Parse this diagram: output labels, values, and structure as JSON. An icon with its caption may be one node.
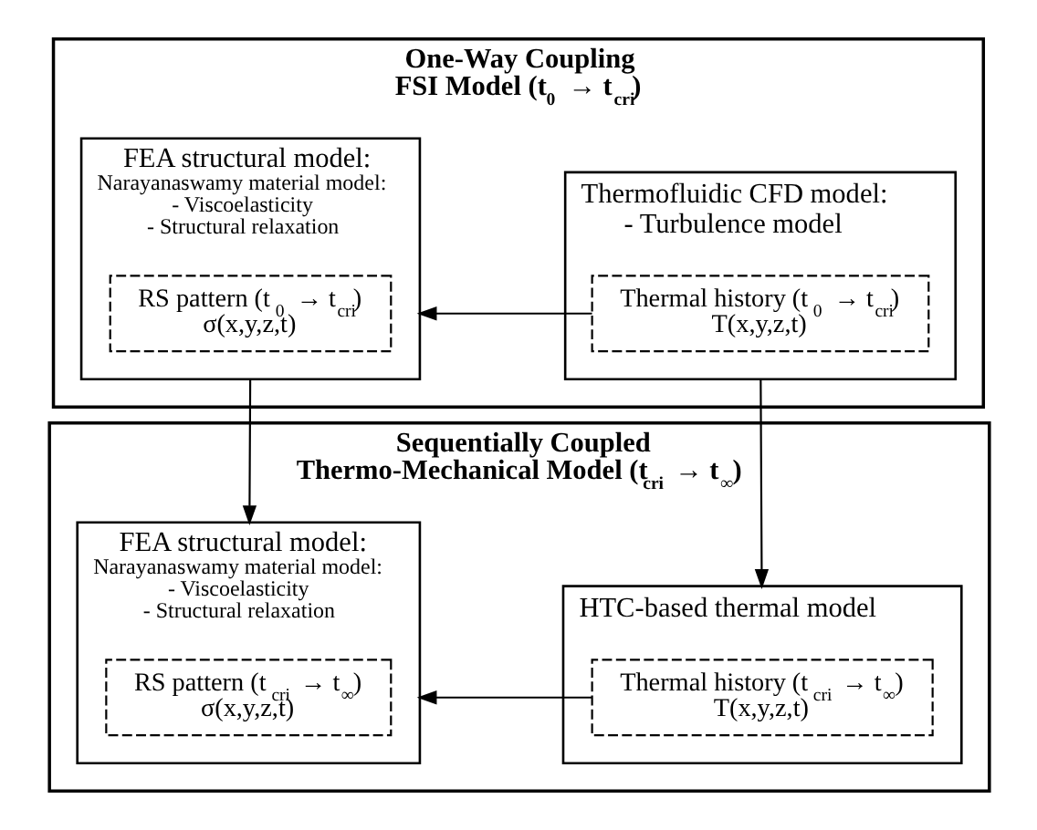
{
  "diagram": {
    "nodes": [
      {
        "text": [
          "One-Way Coupling FSI Model (t$_{0}$ → t$_{cri}$)"
        ]
      },
      {
        "text": [
          "Thermofluidic CFD model:",
          "- Turbulence model"
        ],
        "in": 0
      },
      {
        "text": [
          "Thermal history (t$_{0}$ → t$_{cri}$)",
          "T(x,y,z,t)"
        ],
        "in": 1
      },
      {
        "text": [
          "FEA structural model:",
          "Narayanaswamy material model:",
          "- Viscoelasticity",
          "- Structural relaxation"
        ],
        "in": 0
      },
      {
        "text": [
          "RS pattern (t$_{0}$ → t$_{cri}$)",
          "σ(x,y,z,t)"
        ],
        "in": 3
      },
      {
        "text": [
          "Sequentially Coupled Thermo-Mechanical Model (t$_{cri}$ → t$_{∞}$)"
        ]
      },
      {
        "text": [
          "HTC-based thermal model"
        ],
        "in": 5
      },
      {
        "text": [
          "Thermal history (t$_{cri}$ → t$_{∞}$)",
          "T(x,y,z,t)"
        ],
        "in": 6
      },
      {
        "text": [
          "FEA structural model:",
          "Narayanaswamy material model:",
          "- Viscoelasticity",
          "- Structural relaxation"
        ],
        "in": 5
      },
      {
        "text": [
          "RS pattern (t$_{cri}$ → t$_{∞}$)",
          "σ(x,y,z,t)"
        ],
        "in": 8
      }
    ],
    "edges": [
      {
        "from": 2,
        "to": 3,
        "arrow": "to"
      },
      {
        "from": 1,
        "to": 6,
        "arrow": "to"
      },
      {
        "from": 3,
        "to": 8,
        "arrow": "to"
      },
      {
        "from": 7,
        "to": 8,
        "arrow": "to"
      }
    ]
  }
}
